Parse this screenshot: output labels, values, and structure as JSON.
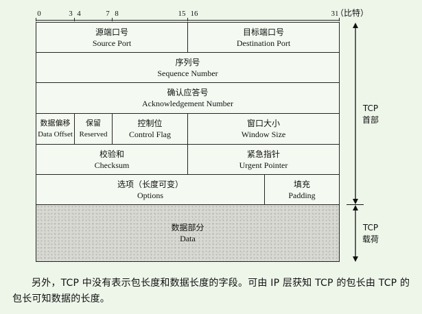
{
  "ruler": {
    "bits": [
      "0",
      "3",
      "4",
      "7",
      "8",
      "15",
      "16",
      "31"
    ],
    "unit": "（比特）"
  },
  "rows": [
    [
      {
        "key": "src_port",
        "cn": "源端口号",
        "en": "Source Port"
      },
      {
        "key": "dst_port",
        "cn": "目标端口号",
        "en": "Destination Port"
      }
    ],
    [
      {
        "key": "seq_num",
        "cn": "序列号",
        "en": "Sequence Number"
      }
    ],
    [
      {
        "key": "ack_num",
        "cn": "确认应答号",
        "en": "Acknowledgement Number"
      }
    ],
    [
      {
        "key": "data_offset",
        "cn": "数据偏移",
        "en": "Data Offset"
      },
      {
        "key": "reserved",
        "cn": "保留",
        "en": "Reserved"
      },
      {
        "key": "control_flag",
        "cn": "控制位",
        "en": "Control Flag"
      },
      {
        "key": "window_size",
        "cn": "窗口大小",
        "en": "Window Size"
      }
    ],
    [
      {
        "key": "checksum",
        "cn": "校验和",
        "en": "Checksum"
      },
      {
        "key": "urgent_pointer",
        "cn": "紧急指针",
        "en": "Urgent Pointer"
      }
    ],
    [
      {
        "key": "options",
        "cn": "选项（长度可变）",
        "en": "Options"
      },
      {
        "key": "padding",
        "cn": "填充",
        "en": "Padding"
      }
    ],
    [
      {
        "key": "data",
        "cn": "数据部分",
        "en": "Data"
      }
    ]
  ],
  "side_labels": {
    "header": [
      "TCP",
      "首部"
    ],
    "payload": [
      "TCP",
      "载荷"
    ]
  },
  "note": "另外，TCP 中没有表示包长度和数据长度的字段。可由 IP 层获知 TCP 的包长由 TCP 的包长可知数据的长度。"
}
